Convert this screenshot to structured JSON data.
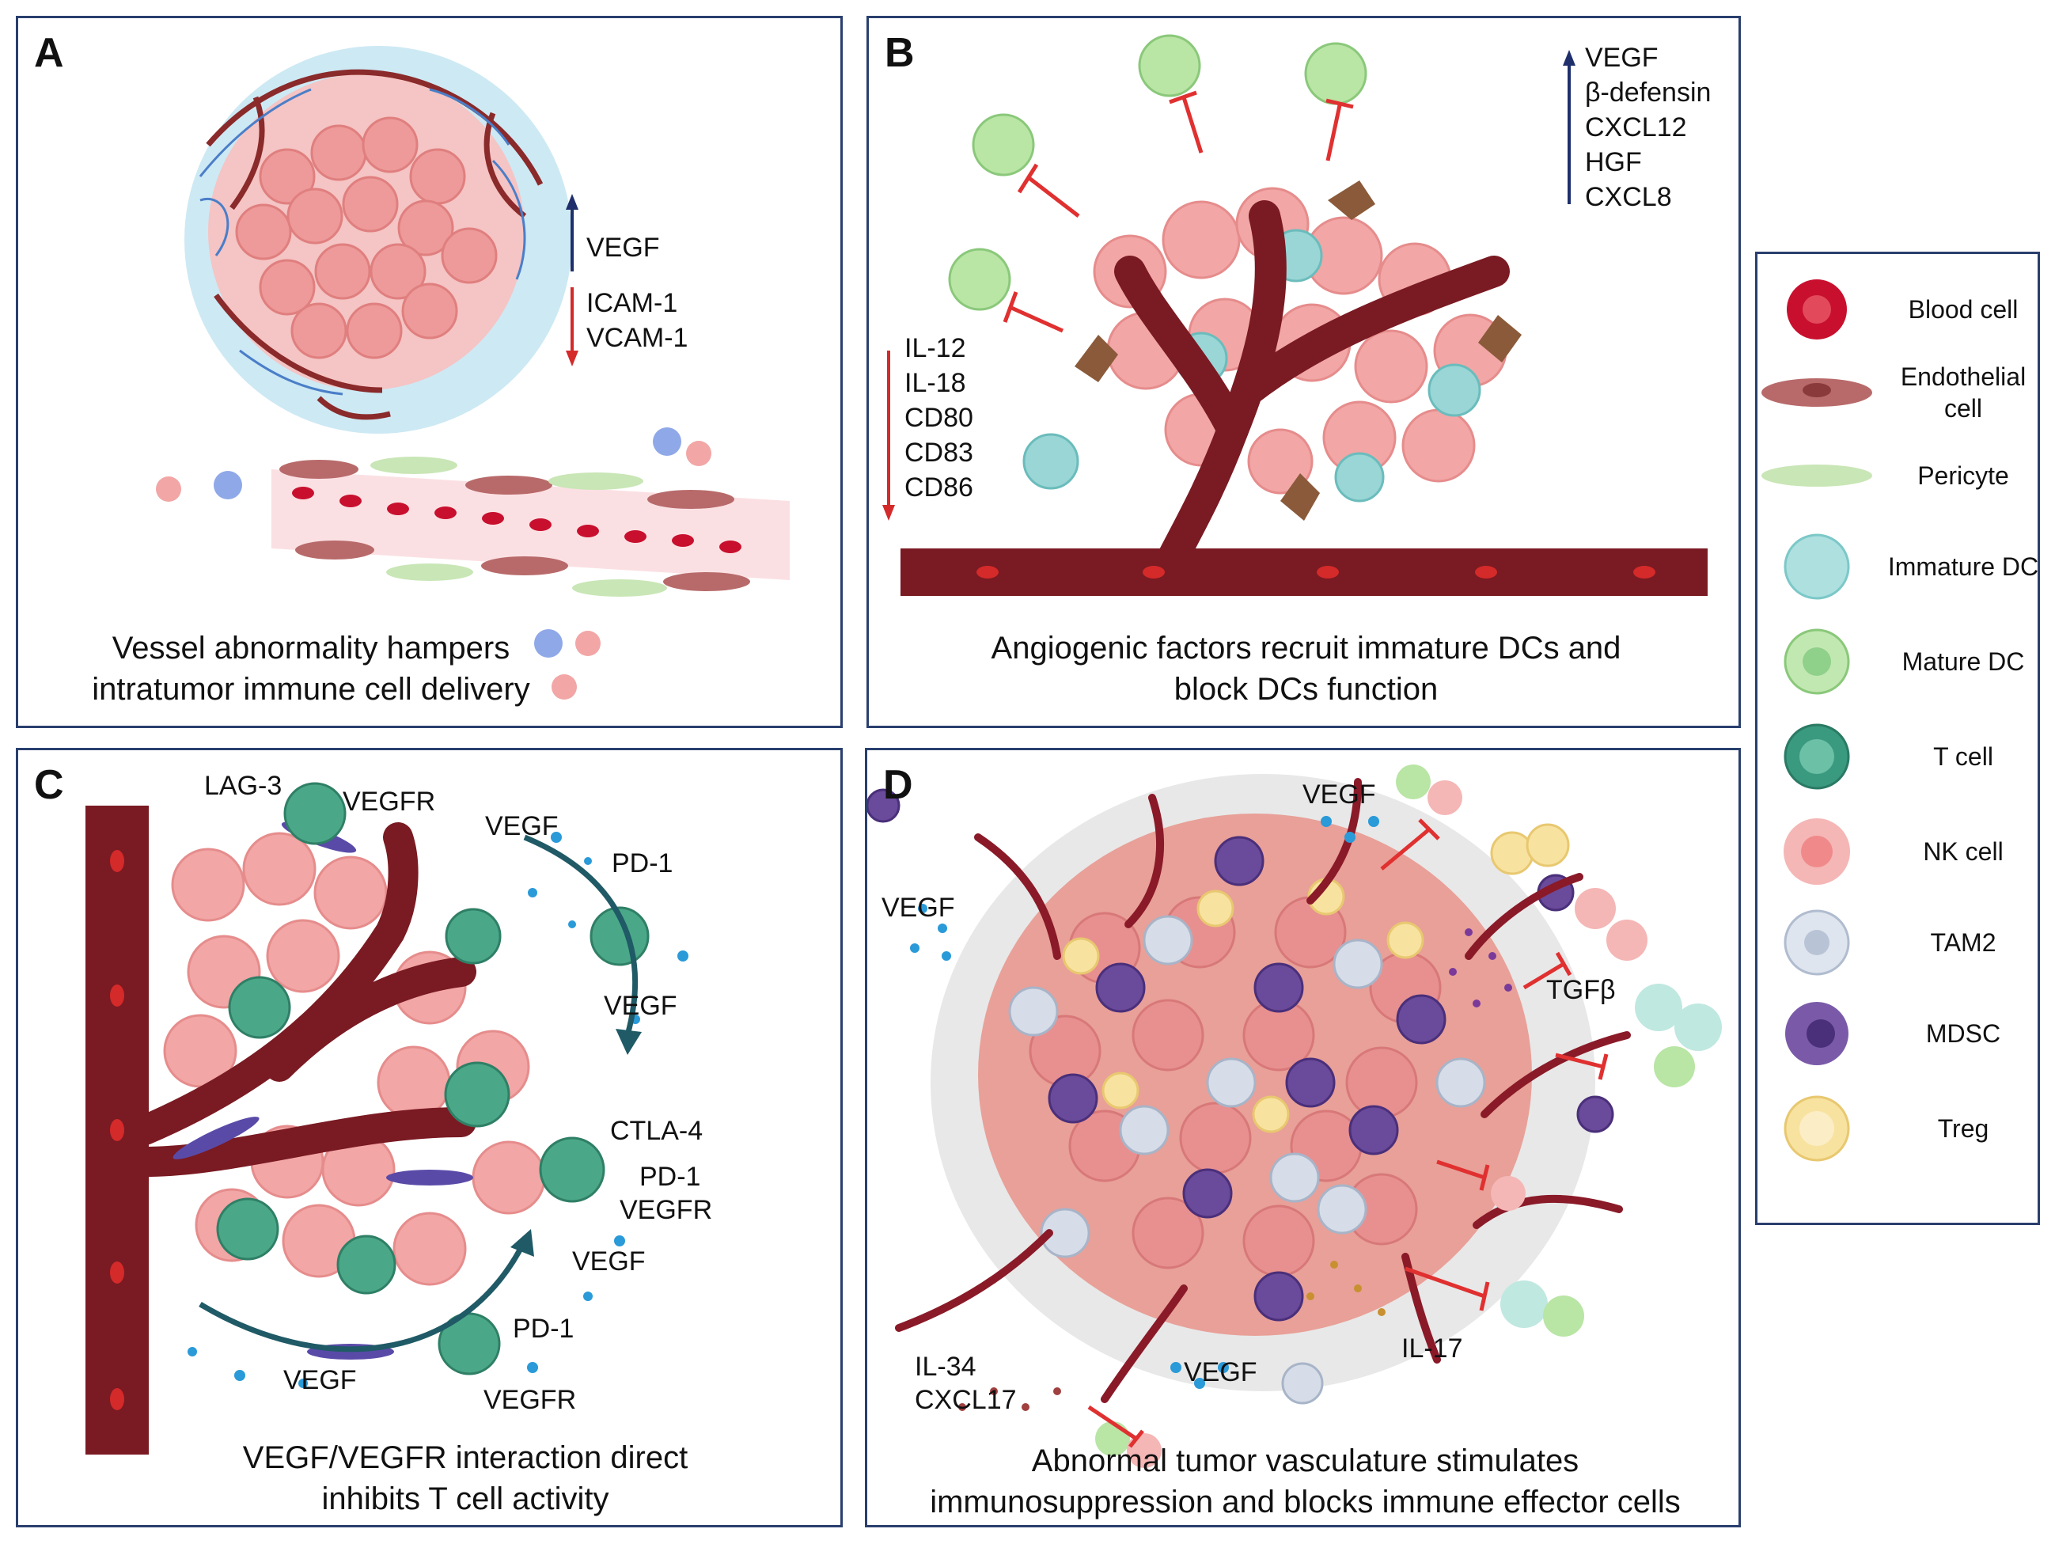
{
  "panels": {
    "a": {
      "letter": "A",
      "up_list": [
        "VEGF"
      ],
      "down_list": [
        "ICAM-1",
        "VCAM-1"
      ],
      "caption_line1": "Vessel abnormality hampers",
      "caption_line2": "intratumor immune cell delivery"
    },
    "b": {
      "letter": "B",
      "up_list": [
        "VEGF",
        "β-defensin",
        "CXCL12",
        "HGF",
        "CXCL8"
      ],
      "down_list": [
        "IL-12",
        "IL-18",
        "CD80",
        "CD83",
        "CD86"
      ],
      "caption_line1": "Angiogenic factors recruit immature DCs and",
      "caption_line2": "block DCs function"
    },
    "c": {
      "letter": "C",
      "labels": {
        "lag3": "LAG-3",
        "vegfr_top": "VEGFR",
        "vegf_top": "VEGF",
        "pd1_top": "PD-1",
        "vegf_right": "VEGF",
        "ctla4": "CTLA-4",
        "pd1_mid": "PD-1",
        "vegfr_mid": "VEGFR",
        "vegf_mid": "VEGF",
        "pd1_bottom": "PD-1",
        "vegf_bottom": "VEGF",
        "vegfr_bottom": "VEGFR"
      },
      "caption_line1": "VEGF/VEGFR interaction direct",
      "caption_line2": "inhibits T cell activity"
    },
    "d": {
      "letter": "D",
      "labels": {
        "vegf_top": "VEGF",
        "vegf_left": "VEGF",
        "tgfb": "TGFβ",
        "il17": "IL-17",
        "il34": "IL-34",
        "cxcl17": "CXCL17",
        "vegf_bottom": "VEGF"
      },
      "caption_line1": "Abnormal tumor vasculature stimulates",
      "caption_line2": "immunosuppression and blocks immune effector cells"
    }
  },
  "legend": {
    "items": [
      {
        "label": "Blood cell",
        "icon": "blood-cell-icon"
      },
      {
        "label": "Endothelial cell",
        "icon": "endothelial-cell-icon"
      },
      {
        "label": "Pericyte",
        "icon": "pericyte-icon"
      },
      {
        "label": "Immature DC",
        "icon": "immature-dc-icon"
      },
      {
        "label": "Mature DC",
        "icon": "mature-dc-icon"
      },
      {
        "label": "T cell",
        "icon": "t-cell-icon"
      },
      {
        "label": "NK cell",
        "icon": "nk-cell-icon"
      },
      {
        "label": "TAM2",
        "icon": "tam2-icon"
      },
      {
        "label": "MDSC",
        "icon": "mdsc-icon"
      },
      {
        "label": "Treg",
        "icon": "treg-icon"
      }
    ]
  },
  "colors": {
    "frame": "#2a3f6e",
    "vessel": "#7a1a22",
    "tumor": "#f0a0a0",
    "up_arrow": "#1e2f6b",
    "down_arrow": "#d42a2a",
    "inhibit": "#e03030",
    "tcell": "#3a9a80",
    "mature_dc": "#8fd08a",
    "immature_dc": "#8fd5d5",
    "mdsc": "#6a4a9a",
    "treg": "#f5d48a"
  }
}
